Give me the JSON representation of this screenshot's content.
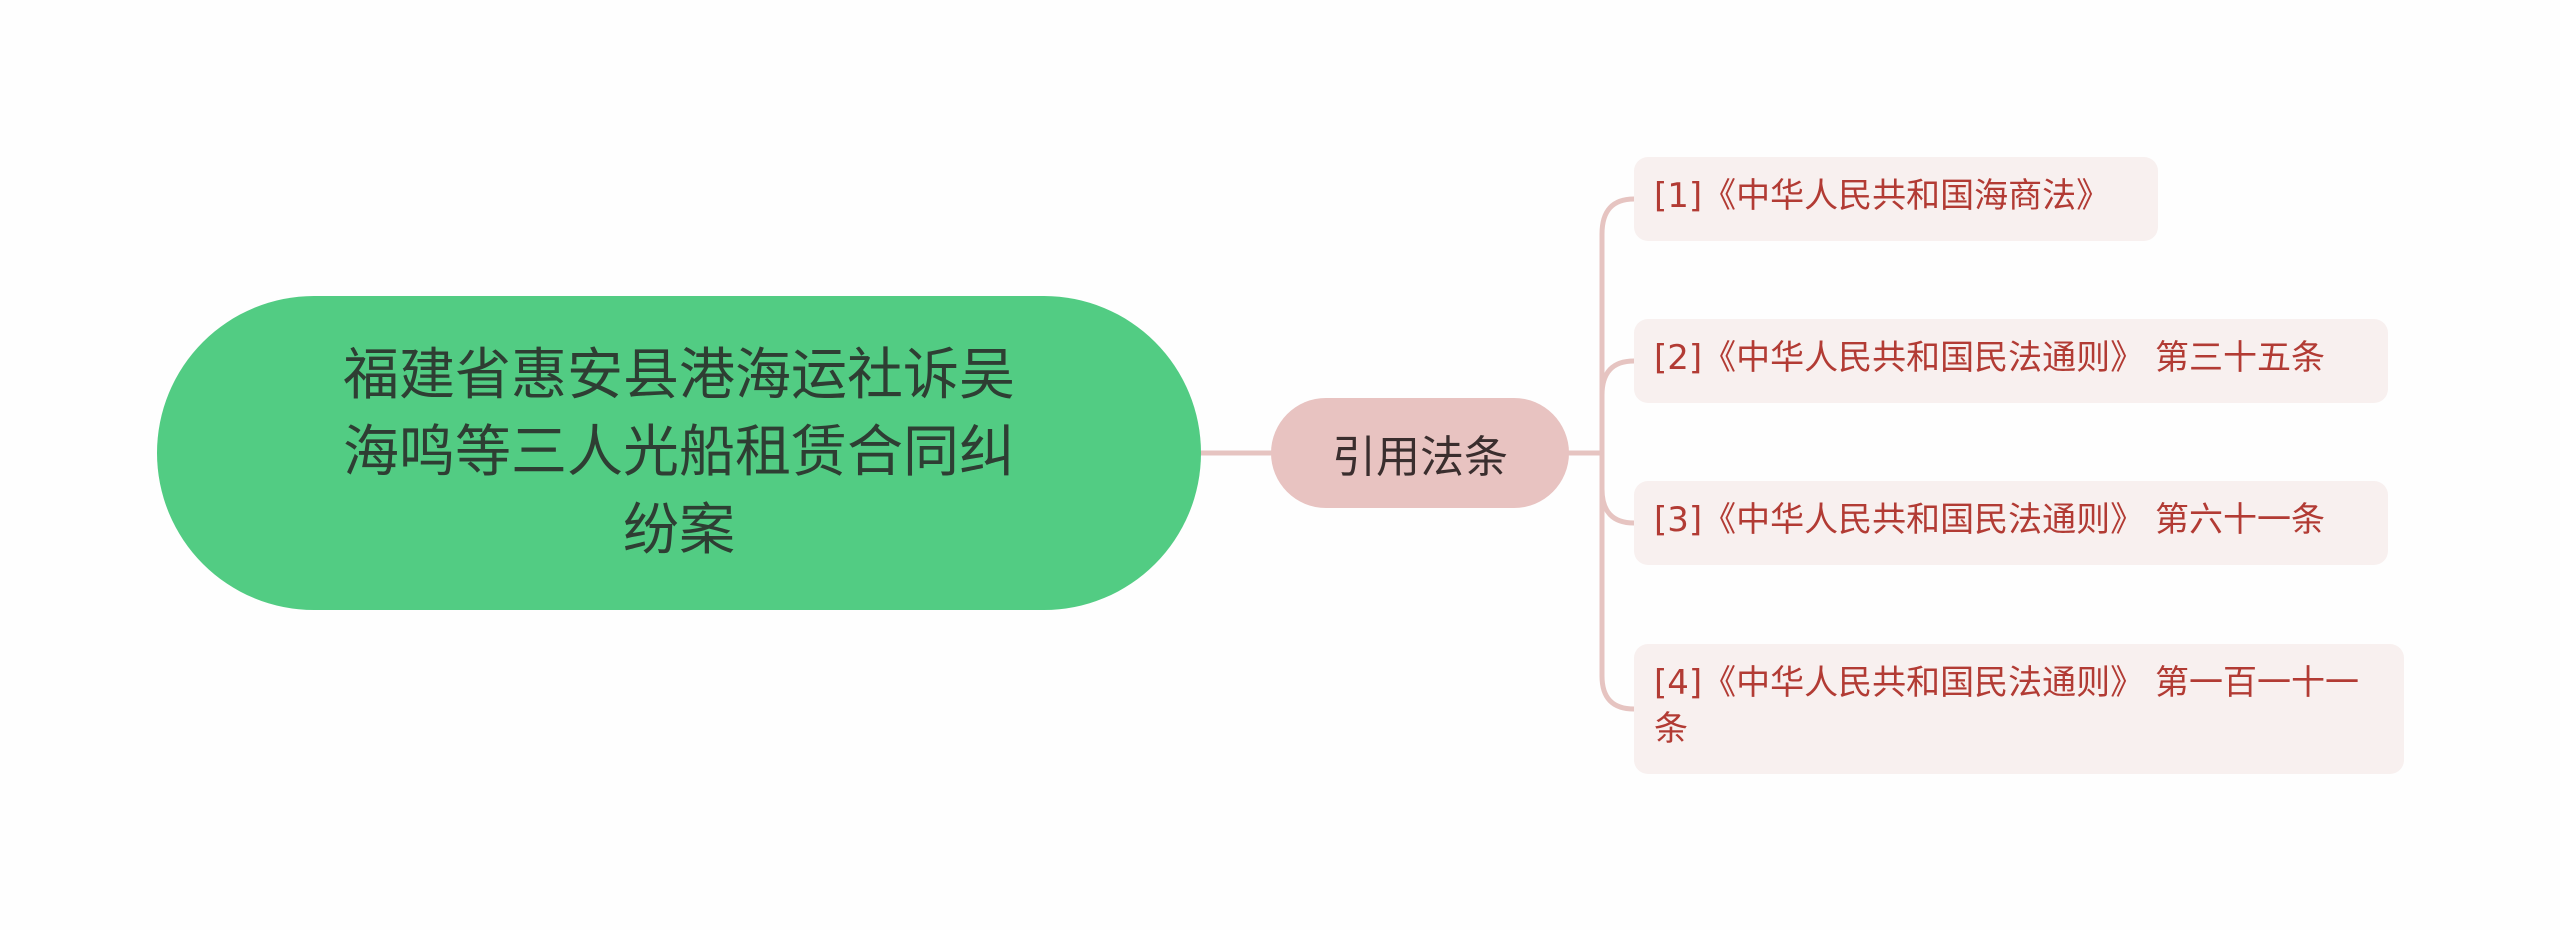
{
  "root": {
    "title": "福建省惠安县港海运社诉吴海鸣等三人光船租赁合同纠纷案"
  },
  "branch": {
    "label": "引用法条"
  },
  "leaves": [
    {
      "text": "[1]《中华人民共和国海商法》"
    },
    {
      "text": "[2]《中华人民共和国民法通则》 第三十五条"
    },
    {
      "text": "[3]《中华人民共和国民法通则》 第六十一条"
    },
    {
      "text": "[4]《中华人民共和国民法通则》 第一百一十一条"
    }
  ],
  "colors": {
    "root_fill": "#52cc83",
    "branch_fill": "#e8c3c1",
    "leaf_fill": "#f8f0ef",
    "leaf_text": "#b23b34",
    "connector": "#e8c3c1"
  }
}
